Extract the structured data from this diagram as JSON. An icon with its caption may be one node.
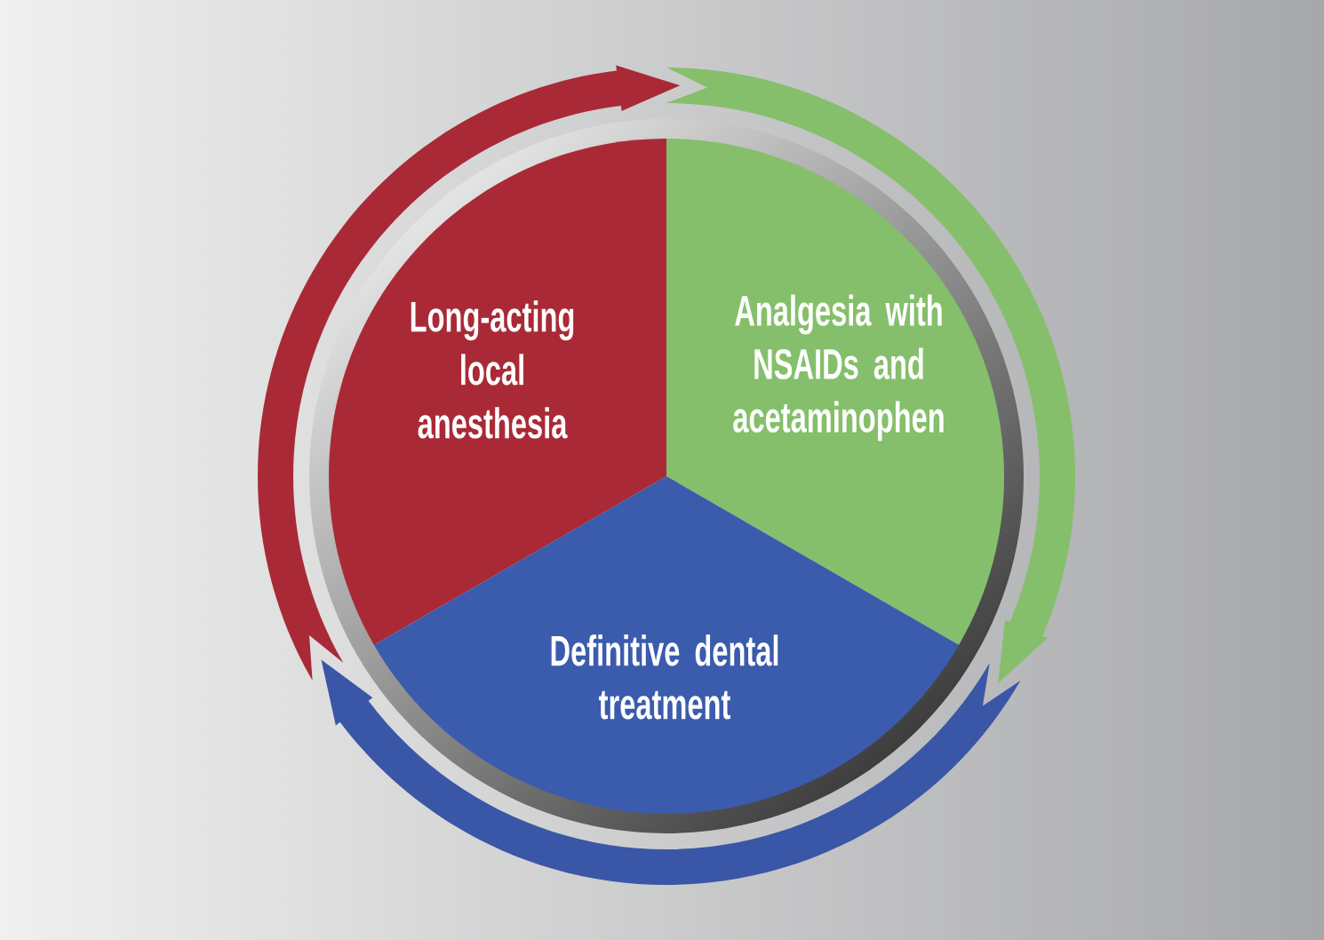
{
  "diagram": {
    "nodes": [
      {
        "text": [
          "Long-acting local anesthesia"
        ]
      },
      {
        "text": [
          "Analgesia with NSAIDs and acetaminophen"
        ]
      },
      {
        "text": [
          "Definitive dental treatment"
        ]
      }
    ],
    "edges": [
      {
        "from": 0,
        "to": 1,
        "arrow": "to",
        "color": "#a92a36"
      },
      {
        "from": 1,
        "to": 2,
        "arrow": "to",
        "color": "#85bf6b"
      },
      {
        "from": 2,
        "to": 0,
        "arrow": "to",
        "color": "#3a56a6"
      }
    ]
  }
}
